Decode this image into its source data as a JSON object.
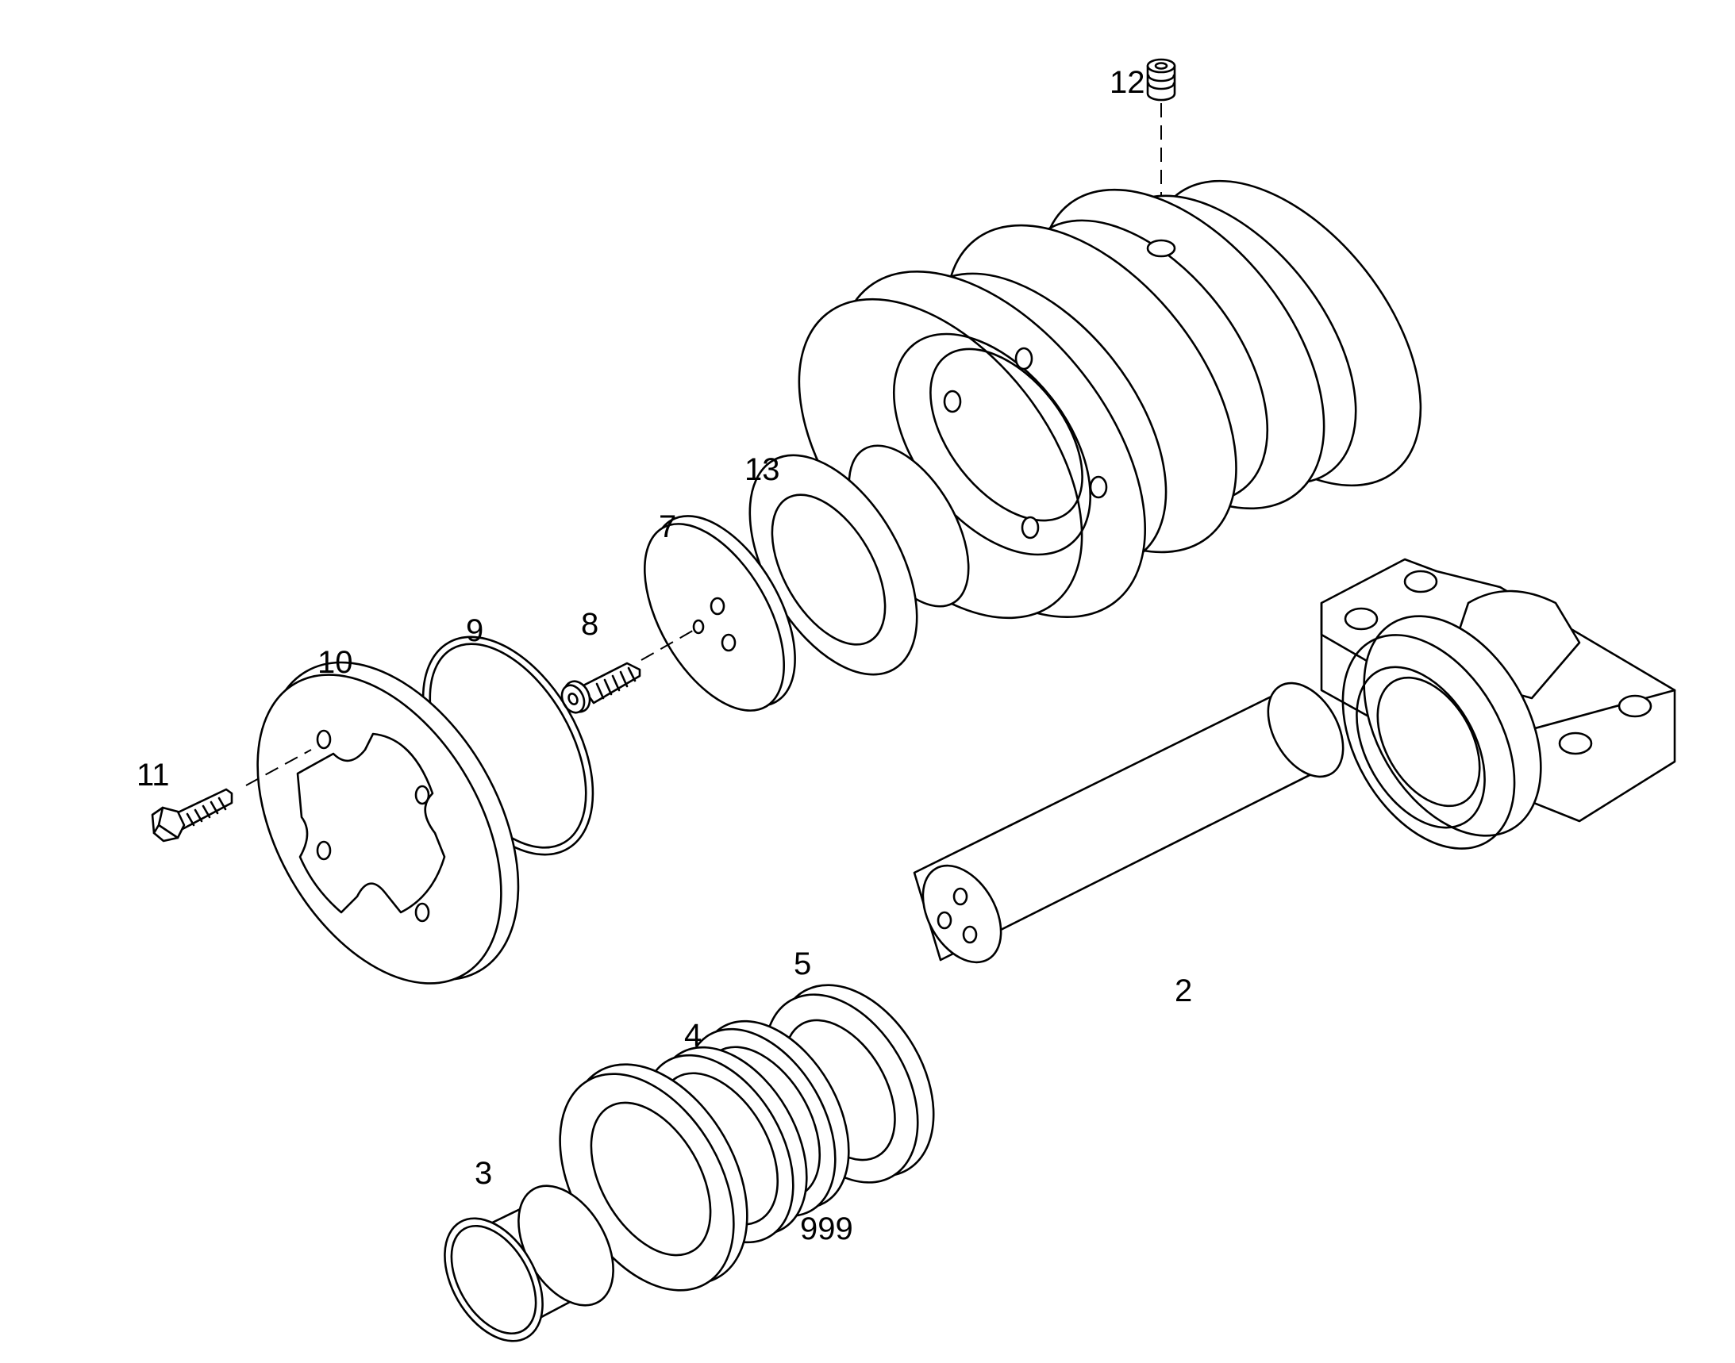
{
  "diagram": {
    "labels": {
      "l2": "2",
      "l3": "3",
      "l4": "4",
      "l5": "5",
      "l7": "7",
      "l8": "8",
      "l9": "9",
      "l10": "10",
      "l11": "11",
      "l12": "12",
      "l13": "13",
      "l999": "999"
    },
    "colors": {
      "line": "#000000",
      "background": "#ffffff"
    }
  }
}
